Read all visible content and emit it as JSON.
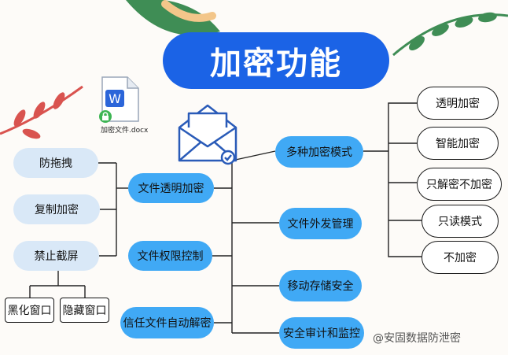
{
  "title": "加密功能",
  "file_icon": {
    "name": "加密文件.docx",
    "letter": "W"
  },
  "center_nodes": [
    {
      "label": "文件透明加密"
    },
    {
      "label": "文件权限控制"
    },
    {
      "label": "信任文件自动解密"
    }
  ],
  "left_nodes": [
    {
      "label": "防拖拽"
    },
    {
      "label": "复制加密"
    },
    {
      "label": "禁止截屏"
    }
  ],
  "screen_children": [
    {
      "label": "黑化窗口"
    },
    {
      "label": "隐藏窗口"
    }
  ],
  "right_nodes": [
    {
      "label": "多种加密模式"
    },
    {
      "label": "文件外发管理"
    },
    {
      "label": "移动存储安全"
    },
    {
      "label": "安全审计和监控"
    }
  ],
  "mode_nodes": [
    {
      "label": "透明加密"
    },
    {
      "label": "智能加密"
    },
    {
      "label": "只解密不加密"
    },
    {
      "label": "只读模式"
    },
    {
      "label": "不加密"
    }
  ],
  "watermark": "@安固数据防泄密"
}
